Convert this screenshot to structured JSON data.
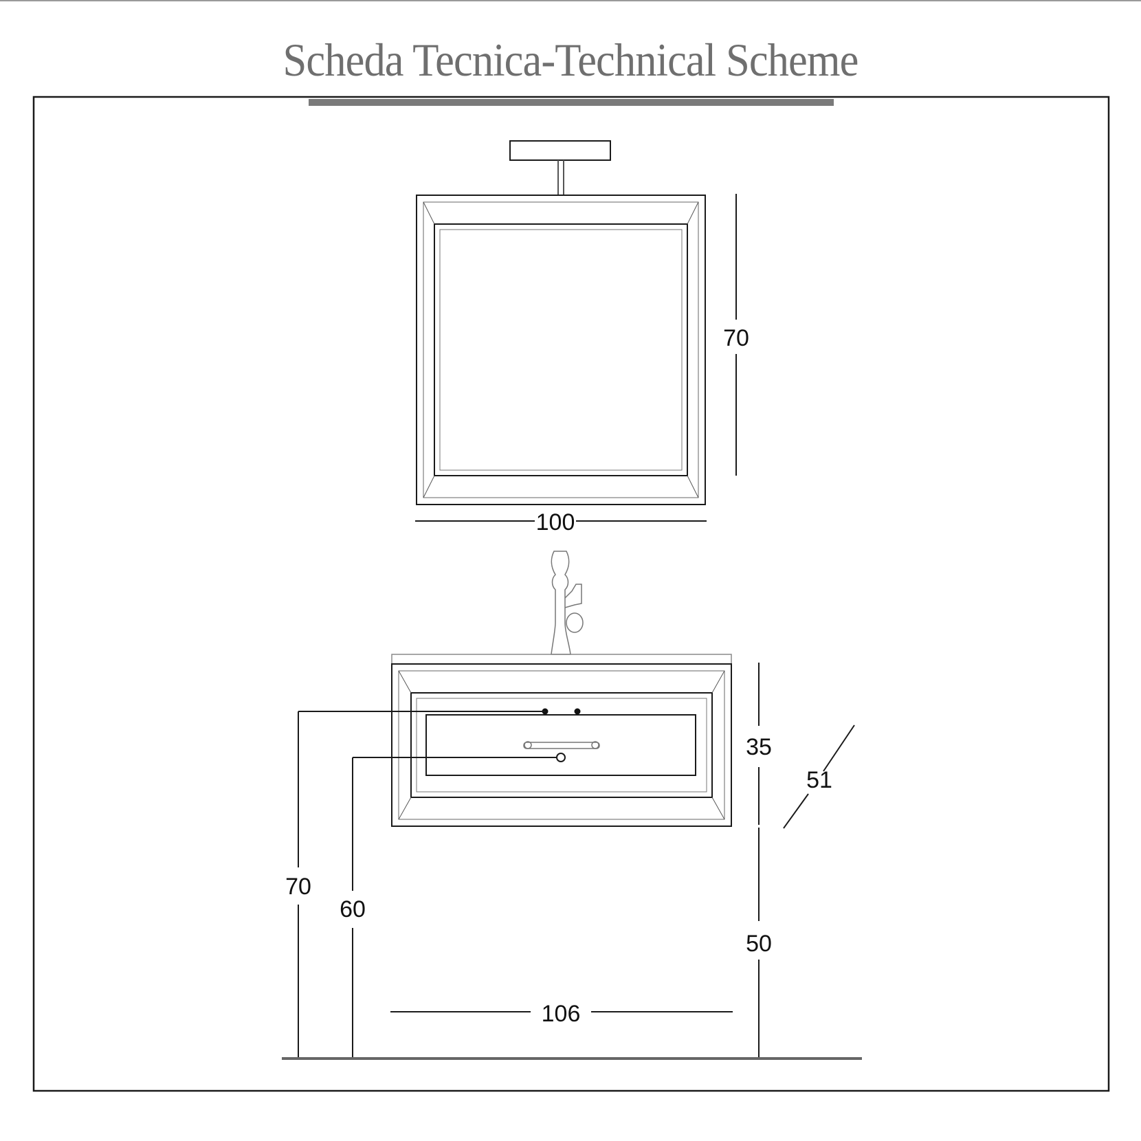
{
  "title": "Scheda Tecnica-Technical Scheme",
  "dimensions": {
    "mirror_height": "70",
    "mirror_width": "100",
    "cabinet_height": "35",
    "cabinet_depth": "51",
    "floor_to_top": "70",
    "floor_to_drain": "60",
    "floor_to_cabinet_bottom": "50",
    "cabinet_width": "106"
  },
  "colors": {
    "title": "#6f6f6f",
    "line": "#1a1a1a",
    "faint": "#bdbdbd",
    "title_bar": "#7a7a7a"
  },
  "icons": [
    "lamp-icon",
    "faucet-icon",
    "drawer-handle-icon",
    "drain-icon",
    "pipe-hole-icon"
  ]
}
